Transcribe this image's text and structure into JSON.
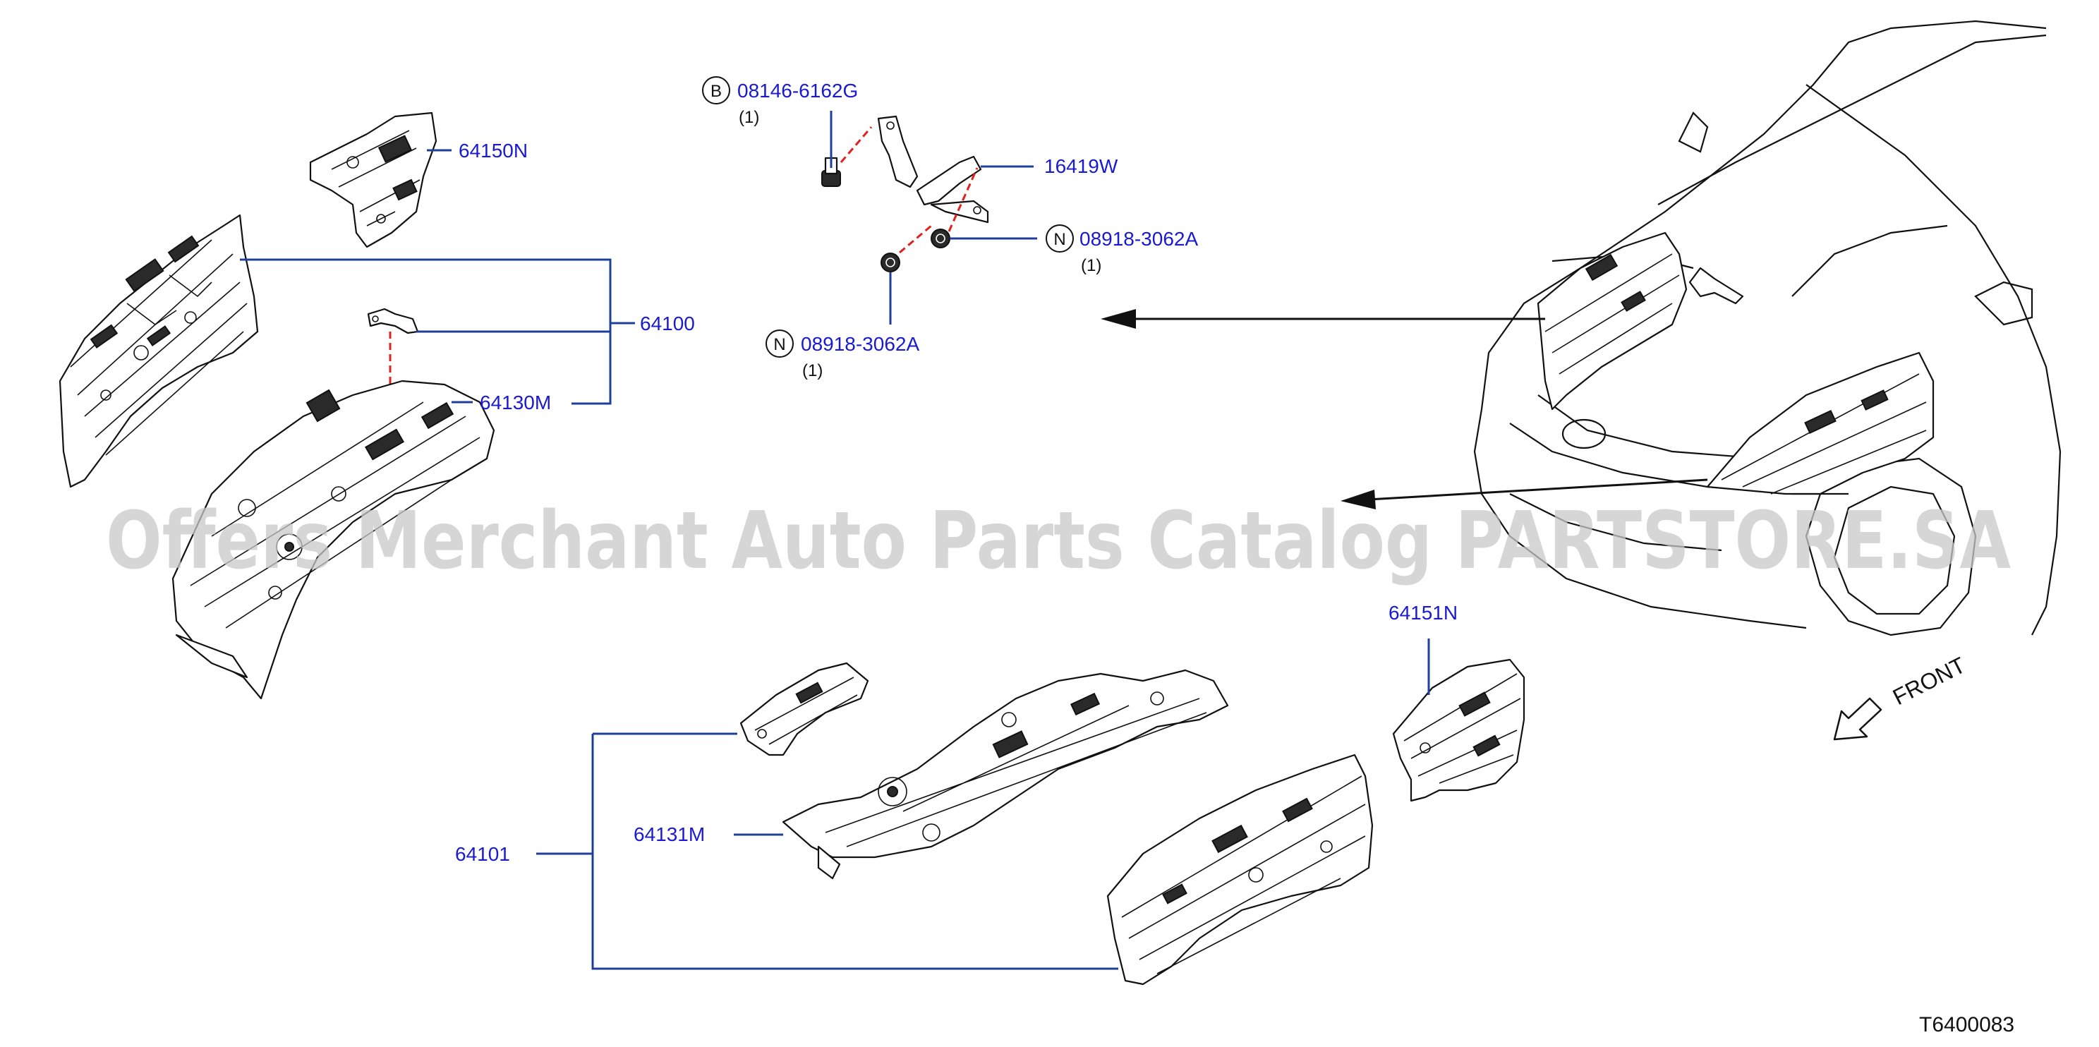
{
  "watermark": "Offers Merchant Auto Parts Catalog PARTSTORE.SA",
  "diagram_code": "T6400083",
  "front_label": "FRONT",
  "parts": {
    "p64150N": "64150N",
    "p64100": "64100",
    "p64130M": "64130M",
    "p64151N": "64151N",
    "p64101": "64101",
    "p64131M": "64131M",
    "p16419W": "16419W"
  },
  "fasteners": {
    "bolt": {
      "symbol": "B",
      "number": "08146-6162G",
      "qty": "(1)"
    },
    "nut_right": {
      "symbol": "N",
      "number": "08918-3062A",
      "qty": "(1)"
    },
    "nut_bottom": {
      "symbol": "N",
      "number": "08918-3062A",
      "qty": "(1)"
    }
  }
}
